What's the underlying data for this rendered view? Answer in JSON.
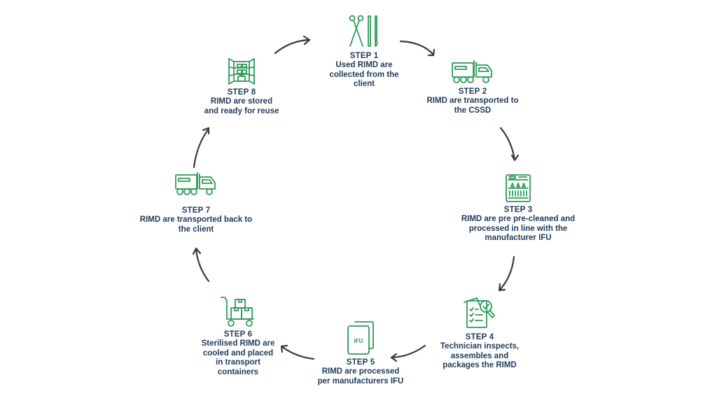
{
  "diagram": {
    "type": "cycle",
    "accent_color": "#2e9a5a",
    "text_color": "#1f3a5a",
    "arrow_color": "#3a3a3a",
    "steps": [
      {
        "title": "STEP 1",
        "desc": "Used RIMD are\ncollected from the\nclient",
        "icon": "surgical-instruments-icon"
      },
      {
        "title": "STEP 2",
        "desc": "RIMD are transported to\nthe CSSD",
        "icon": "truck-icon"
      },
      {
        "title": "STEP 3",
        "desc": "RIMD are pre pre-cleaned and\nprocessed in line with the\nmanufacturer IFU",
        "icon": "washer-disinfector-icon"
      },
      {
        "title": "STEP 4",
        "desc": "Technician inspects,\nassembles and\npackages the RIMD",
        "icon": "checklist-inspection-icon"
      },
      {
        "title": "STEP 5",
        "desc": "RIMD are processed\nper manufacturers IFU",
        "icon": "ifu-document-icon",
        "icon_text": "IFU"
      },
      {
        "title": "STEP 6",
        "desc": "Sterilised RIMD are\ncooled and placed\nin transport\ncontainers",
        "icon": "trolley-boxes-icon"
      },
      {
        "title": "STEP 7",
        "desc": "RIMD are transported back to\nthe client",
        "icon": "truck-icon"
      },
      {
        "title": "STEP 8",
        "desc": "RIMD are stored\nand ready for reuse",
        "icon": "storage-shelves-icon"
      }
    ]
  }
}
